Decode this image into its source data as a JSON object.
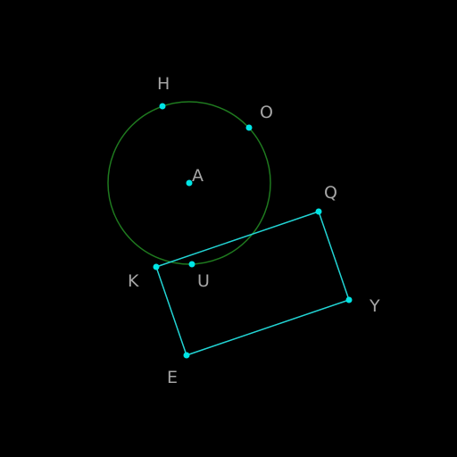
{
  "diagram": {
    "colors": {
      "background": "#000000",
      "circle": "#1f7a1f",
      "rectangle": "#22d3d3",
      "point": "#00e5e5",
      "label": "#a6a6a6"
    },
    "points": {
      "A": {
        "label": "A"
      },
      "H": {
        "label": "H"
      },
      "O": {
        "label": "O"
      },
      "Q": {
        "label": "Q"
      },
      "K": {
        "label": "K"
      },
      "U": {
        "label": "U"
      },
      "Y": {
        "label": "Y"
      },
      "E": {
        "label": "E"
      }
    }
  }
}
